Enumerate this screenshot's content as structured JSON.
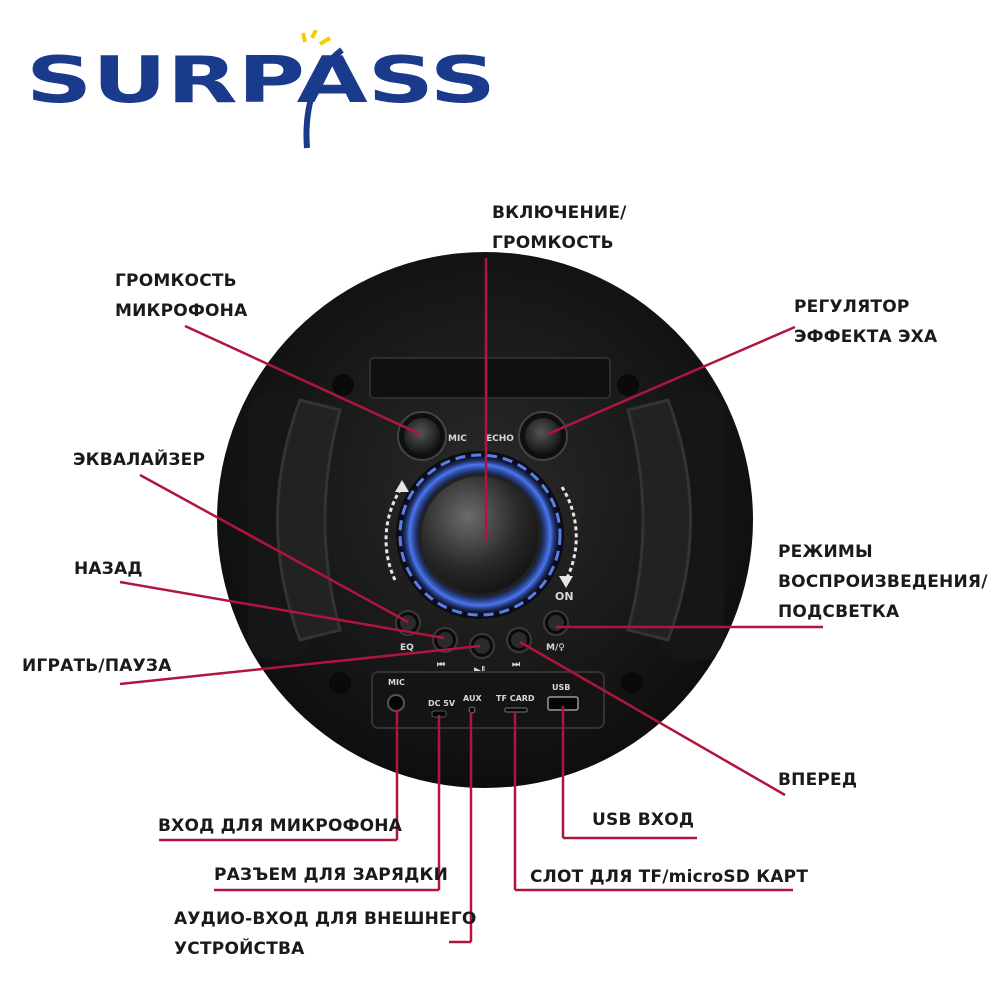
{
  "brand": {
    "name": "SURPASS",
    "color": "#1a3a8c",
    "accent": "#f2d000"
  },
  "labels": {
    "power_volume": "ВКЛЮЧЕНИЕ/\nГРОМКОСТЬ",
    "mic_volume": "ГРОМКОСТЬ\nМИКРОФОНА",
    "echo": "РЕГУЛЯТОР\nЭФФЕКТА ЭХА",
    "eq": "ЭКВАЛАЙЗЕР",
    "back": "НАЗАД",
    "play_pause": "ИГРАТЬ/ПАУЗА",
    "modes": "РЕЖИМЫ\nВОСПРОИЗВЕДЕНИЯ/\nПОДСВЕТКА",
    "forward": "ВПЕРЕД",
    "usb": "USB ВХОД",
    "mic_in": "ВХОД ДЛЯ МИКРОФОНА",
    "charging": "РАЗЪЕМ ДЛЯ ЗАРЯДКИ",
    "tf_slot": "СЛОТ ДЛЯ TF/microSD КАРТ",
    "aux": "АУДИО-ВХОД ДЛЯ ВНЕШНЕГО\nУСТРОЙСТВА"
  },
  "panel": {
    "mic": "MIC",
    "echo": "ECHO",
    "on": "ON",
    "eq": "EQ",
    "prev": "⏮",
    "play": "▶‖",
    "next": "⏭",
    "mode": "M/♀",
    "port_mic": "MIC",
    "port_dc": "DC 5V",
    "port_aux": "AUX",
    "port_tf": "TF CARD",
    "port_usb": "USB"
  },
  "colors": {
    "leader": "#b0163c",
    "body": "#1b1b1b",
    "glow": "#3a6cff"
  }
}
